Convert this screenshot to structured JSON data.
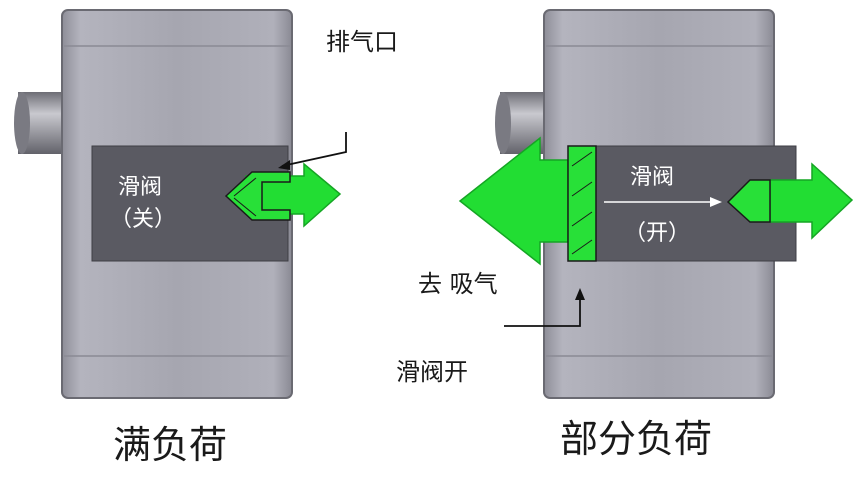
{
  "labels": {
    "exhaust_port": "排气口",
    "left_valve_line1": "滑阀",
    "left_valve_line2": "（关）",
    "right_valve_line1": "滑阀",
    "right_valve_line2": "（开）",
    "to_suction": "去  吸气",
    "valve_open": "滑阀开",
    "full_load": "满负荷",
    "partial_load": "部分负荷"
  },
  "colors": {
    "housing": "#a9a9b4",
    "valve_slot": "#5a5a62",
    "arrow_green": "#22dd33",
    "text_dark": "#1a1a1a",
    "text_light": "#ffffff"
  }
}
